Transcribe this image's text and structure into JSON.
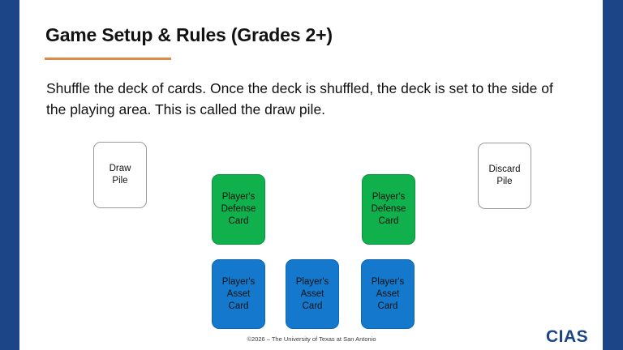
{
  "slide": {
    "title": "Game Setup & Rules (Grades 2+)",
    "body": "Shuffle the deck of cards. Once the deck is shuffled, the deck is set to the side of the playing area. This is called the draw pile.",
    "accent_color": "#e08a48",
    "brand_color": "#1b4586"
  },
  "cards": {
    "draw_pile": {
      "label": "Draw\nPile",
      "kind": "pile"
    },
    "discard_pile": {
      "label": "Discard\nPile",
      "kind": "pile"
    },
    "defense_left": {
      "label": "Player's\nDefense\nCard",
      "kind": "defense",
      "color": "#10b04c"
    },
    "defense_right": {
      "label": "Player's\nDefense\nCard",
      "kind": "defense",
      "color": "#10b04c"
    },
    "asset_one": {
      "label": "Player's\nAsset\nCard",
      "kind": "asset",
      "color": "#1479cc"
    },
    "asset_two": {
      "label": "Player's\nAsset\nCard",
      "kind": "asset",
      "color": "#1479cc"
    },
    "asset_three": {
      "label": "Player's\nAsset\nCard",
      "kind": "asset",
      "color": "#1479cc"
    }
  },
  "footer": {
    "copyright": "©2026 – The University of Texas at San Antonio",
    "logo": "CIAS"
  }
}
